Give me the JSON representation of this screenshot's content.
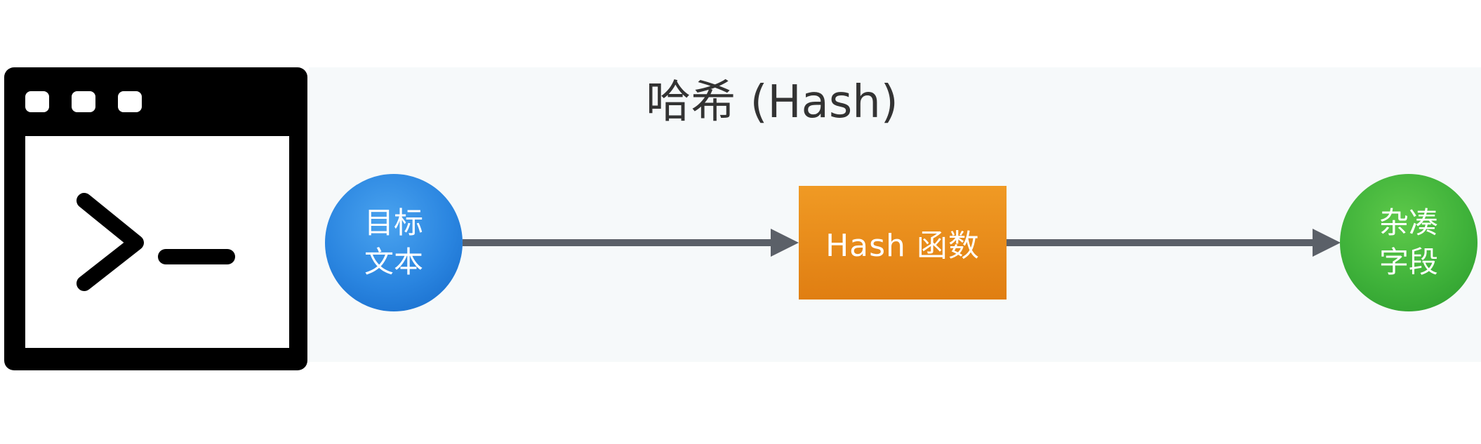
{
  "title": "哈希 (Hash)",
  "nodes": {
    "source": {
      "label": "目标\n文本",
      "color": "#2a85e0"
    },
    "function": {
      "label": "Hash 函数",
      "color": "#e88a1a"
    },
    "result": {
      "label": "杂凑\n字段",
      "color": "#3fb23a"
    }
  },
  "icons": {
    "terminal": "terminal-window-icon"
  },
  "colors": {
    "panel_background": "#f6f9fa",
    "arrow": "#5b6068",
    "title_text": "#333333"
  }
}
